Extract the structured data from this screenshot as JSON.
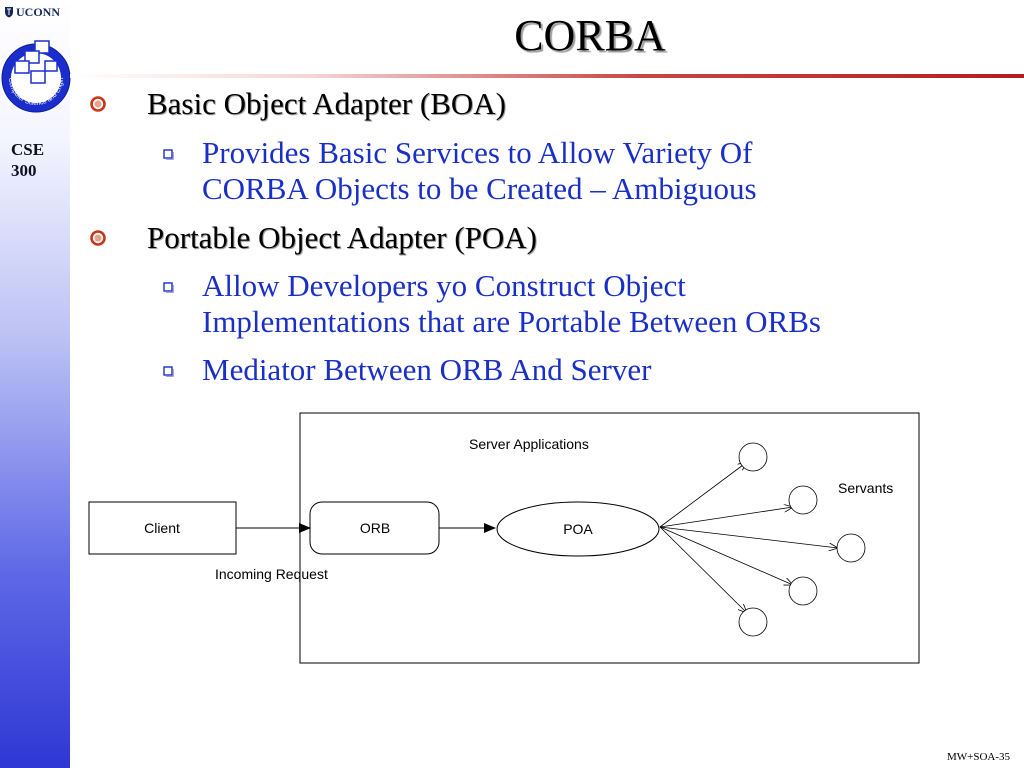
{
  "sidebar": {
    "logo_text": "UCONN",
    "seal_text": "Computer Science and Engineering",
    "course_line1": "CSE",
    "course_line2": "300"
  },
  "slide": {
    "title": "CORBA",
    "bullets": [
      {
        "label": "Basic Object Adapter (BOA)",
        "subs": [
          {
            "line1": "Provides Basic Services to Allow Variety Of",
            "line2": "CORBA Objects to be Created – Ambiguous"
          }
        ]
      },
      {
        "label": "Portable Object Adapter (POA)",
        "subs": [
          {
            "line1": "Allow Developers yo Construct Object",
            "line2": "Implementations that are Portable Between ORBs"
          },
          {
            "line1": "Mediator Between ORB And Server"
          }
        ]
      }
    ]
  },
  "diagram": {
    "container_label": "Server Applications",
    "client": "Client",
    "orb": "ORB",
    "poa": "POA",
    "servants_label": "Servants",
    "request_label": "Incoming Request"
  },
  "footer": {
    "page": "MW+SOA-35"
  },
  "colors": {
    "title_rule": "#b21e1e",
    "bullet_mark": "#c8361a",
    "sub_bullet_text": "#1a2fc6",
    "sidebar_dark": "#2f37d4"
  }
}
